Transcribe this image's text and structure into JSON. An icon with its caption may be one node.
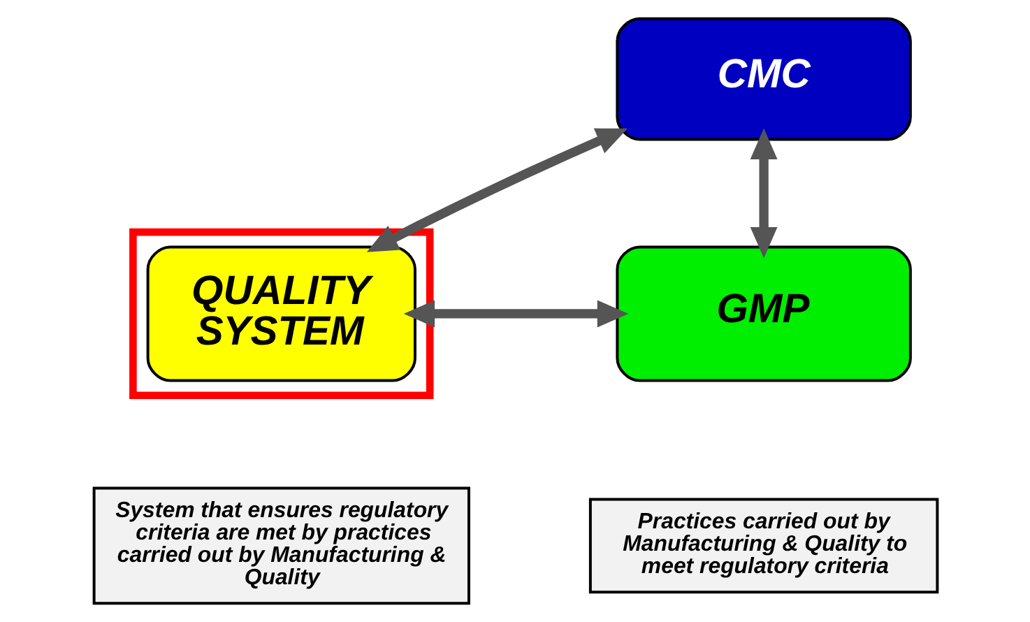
{
  "diagram": {
    "nodes": [
      {
        "text": [
          "CMC"
        ]
      },
      {
        "text": [],
        "shape": "box"
      },
      {
        "text": [
          "QUALITY SYSTEM"
        ],
        "in": 1
      },
      {
        "text": [
          "GMP"
        ]
      },
      {
        "text": [
          "System that ensures regulatory criteria are met by practices carried out by Manufacturing & Quality"
        ]
      },
      {
        "text": [
          "Practices carried out by Manufacturing & Quality to meet regulatory criteria"
        ]
      }
    ],
    "edges": [
      {
        "from": 2,
        "to": 0,
        "arrow": "both"
      },
      {
        "from": 0,
        "to": 3,
        "arrow": "both"
      },
      {
        "from": 2,
        "to": 3,
        "arrow": "both"
      }
    ]
  }
}
